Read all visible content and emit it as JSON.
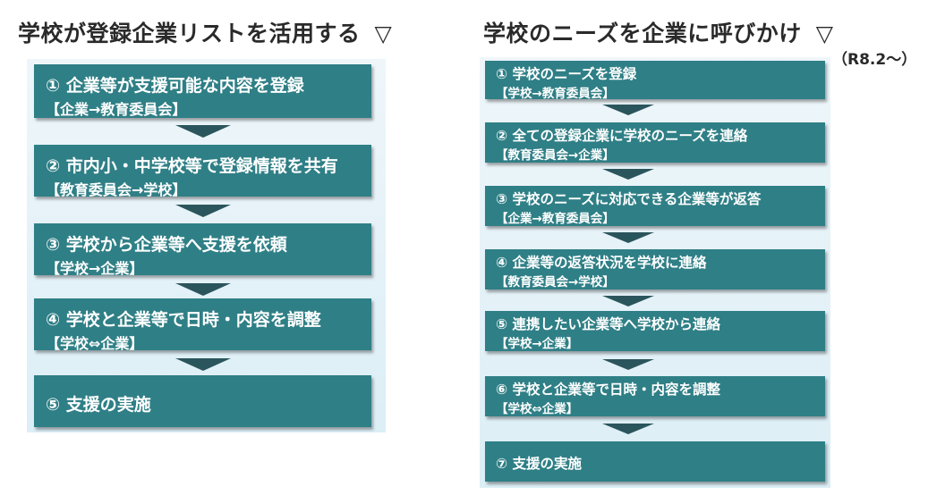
{
  "left": {
    "title": "学校が登録企業リストを活用する",
    "title_marker": "▽",
    "steps": [
      {
        "main": "① 企業等が支援可能な内容を登録",
        "sub": "【企業→教育委員会】"
      },
      {
        "main": "② 市内小・中学校等で登録情報を共有",
        "sub": "【教育委員会→学校】"
      },
      {
        "main": "③ 学校から企業等へ支援を依頼",
        "sub": "【学校→企業】"
      },
      {
        "main": "④ 学校と企業等で日時・内容を調整",
        "sub": "【学校⇔企業】"
      },
      {
        "main": "⑤ 支援の実施",
        "sub": ""
      }
    ]
  },
  "right": {
    "title": "学校のニーズを企業に呼びかけ",
    "title_marker": "▽",
    "note": "（R8.2～）",
    "steps": [
      {
        "main": "① 学校のニーズを登録",
        "sub": "【学校→教育委員会】"
      },
      {
        "main": "② 全ての登録企業に学校のニーズを連絡",
        "sub": "【教育委員会→企業】"
      },
      {
        "main": "③ 学校のニーズに対応できる企業等が返答",
        "sub": "【企業→教育委員会】"
      },
      {
        "main": "④ 企業等の返答状況を学校に連絡",
        "sub": "【教育委員会→学校】"
      },
      {
        "main": "⑤ 連携したい企業等へ学校から連絡",
        "sub": "【学校→企業】"
      },
      {
        "main": "⑥ 学校と企業等で日時・内容を調整",
        "sub": "【学校⇔企業】"
      },
      {
        "main": "⑦ 支援の実施",
        "sub": ""
      }
    ]
  },
  "colors": {
    "step_fill": "#2f7f86",
    "arrow_fill": "#2b555c",
    "panel_fill": "#e4f1f7"
  }
}
